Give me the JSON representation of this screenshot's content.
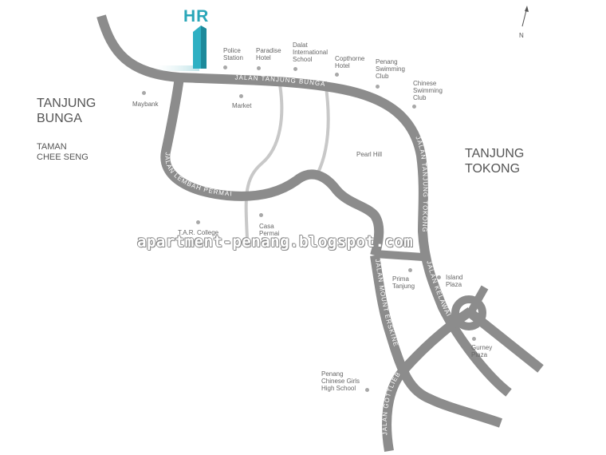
{
  "brand": {
    "label": "HR",
    "color": "#29a6b8"
  },
  "watermark": "apartment-penang.blogspot.com",
  "compass": {
    "label": "N",
    "icon": "north-arrow-icon"
  },
  "areas": {
    "tanjung_bunga": "TANJUNG\nBUNGA",
    "taman_chee_seng": "TAMAN\nCHEE SENG",
    "tanjung_tokong": "TANJUNG\nTOKONG"
  },
  "roads": {
    "jalan_tanjung_bunga": "JALAN TANJUNG BUNGA",
    "jalan_lembah_permai": "JALAN LEMBAH PERMAI",
    "jalan_tanjung_tokong": "JALAN TANJUNG TOKONG",
    "jalan_mount_erskine": "JALAN MOUNT ERSKINE",
    "jalan_gottlieb": "JALAN GOTTLIEB",
    "jalan_kelawai": "JALAN KELAWAI"
  },
  "places": {
    "police_station": "Police\nStation",
    "paradise_hotel": "Paradise\nHotel",
    "dalat_school": "Dalat\nInternational\nSchool",
    "copthorne_hotel": "Copthorne\nHotel",
    "penang_swimming_club": "Penang\nSwimming\nClub",
    "chinese_swimming_club": "Chinese\nSwimming\nClub",
    "maybank": "Maybank",
    "market": "Market",
    "pearl_hill": "Pearl Hill",
    "tar_college": "T.A.R. College",
    "casa_permai": "Casa\nPermai",
    "prima_tanjung": "Prima\nTanjung",
    "island_plaza": "Island\nPlaza",
    "gurney_plaza": "Gurney\nPlaza",
    "chinese_girls_school": "Penang\nChinese Girls\nHigh School"
  },
  "colors": {
    "road": "#8c8c8c",
    "minor_road": "#c8c8c8",
    "dot": "#a8a8a8",
    "text": "#666666"
  }
}
